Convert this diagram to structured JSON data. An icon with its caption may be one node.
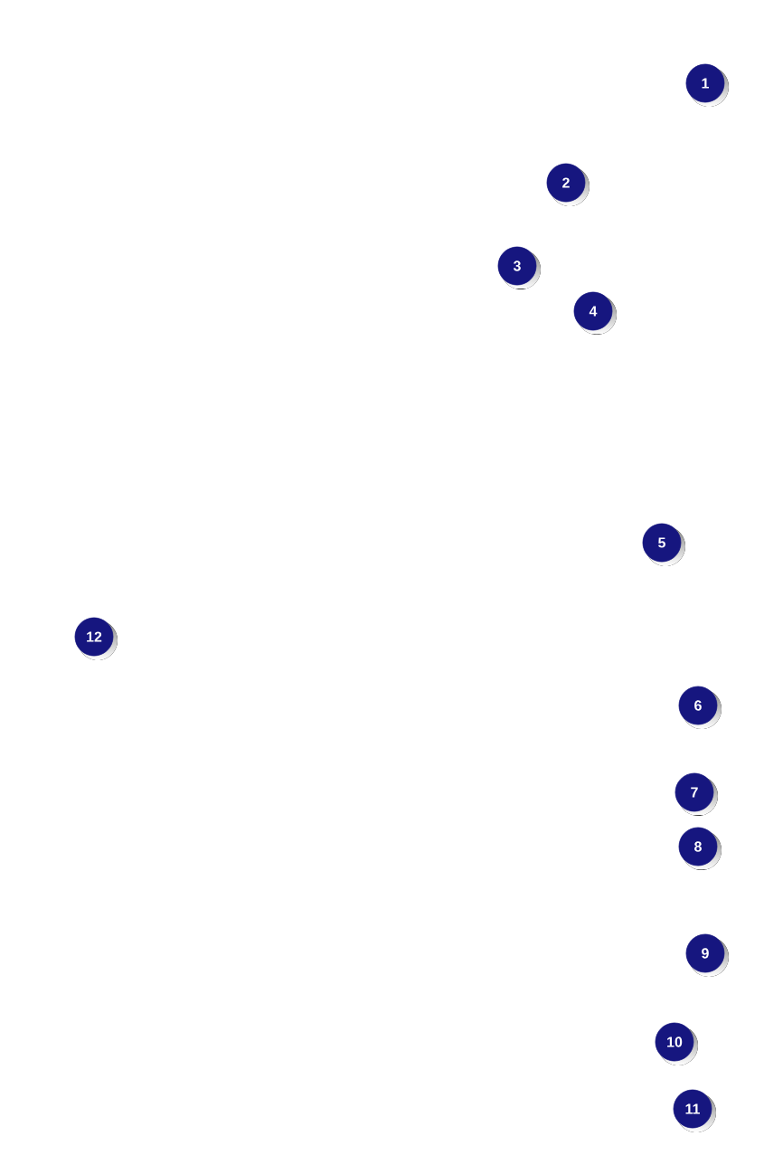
{
  "diagram": {
    "labels": [
      "1",
      "2",
      "3",
      "4",
      "5",
      "12",
      "6",
      "7",
      "8",
      "9",
      "10",
      "11"
    ]
  }
}
